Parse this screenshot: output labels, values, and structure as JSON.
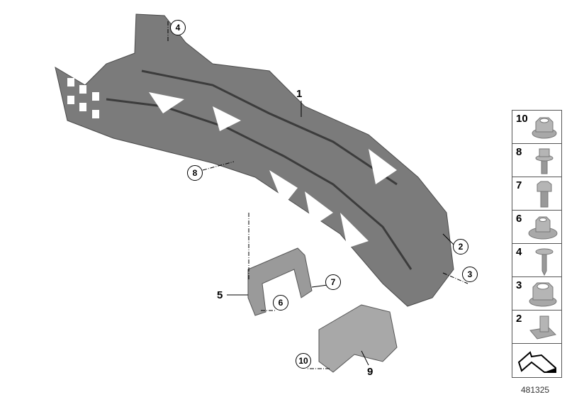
{
  "callouts": [
    {
      "label": "4",
      "style": "circled"
    },
    {
      "label": "1",
      "style": "plain"
    },
    {
      "label": "8",
      "style": "circled"
    },
    {
      "label": "2",
      "style": "circled"
    },
    {
      "label": "3",
      "style": "circled"
    },
    {
      "label": "7",
      "style": "circled"
    },
    {
      "label": "5",
      "style": "plain"
    },
    {
      "label": "6",
      "style": "circled"
    },
    {
      "label": "10",
      "style": "circled"
    },
    {
      "label": "9",
      "style": "plain"
    }
  ],
  "legend": {
    "items": [
      {
        "label": "10",
        "icon": "flange-nut-icon"
      },
      {
        "label": "8",
        "icon": "hex-bolt-washer-icon"
      },
      {
        "label": "7",
        "icon": "hex-bolt-icon"
      },
      {
        "label": "6",
        "icon": "collar-nut-icon"
      },
      {
        "label": "4",
        "icon": "tapping-screw-icon"
      },
      {
        "label": "3",
        "icon": "hex-nut-icon"
      },
      {
        "label": "2",
        "icon": "clip-nut-icon"
      }
    ],
    "footer_icon": "direction-arrow-icon"
  },
  "reference_number": "481325",
  "colors": {
    "part": "#7b7b7b",
    "part_dark": "#555555",
    "bracket": "#9a9a9a",
    "fastener": "#a8a8a8"
  }
}
